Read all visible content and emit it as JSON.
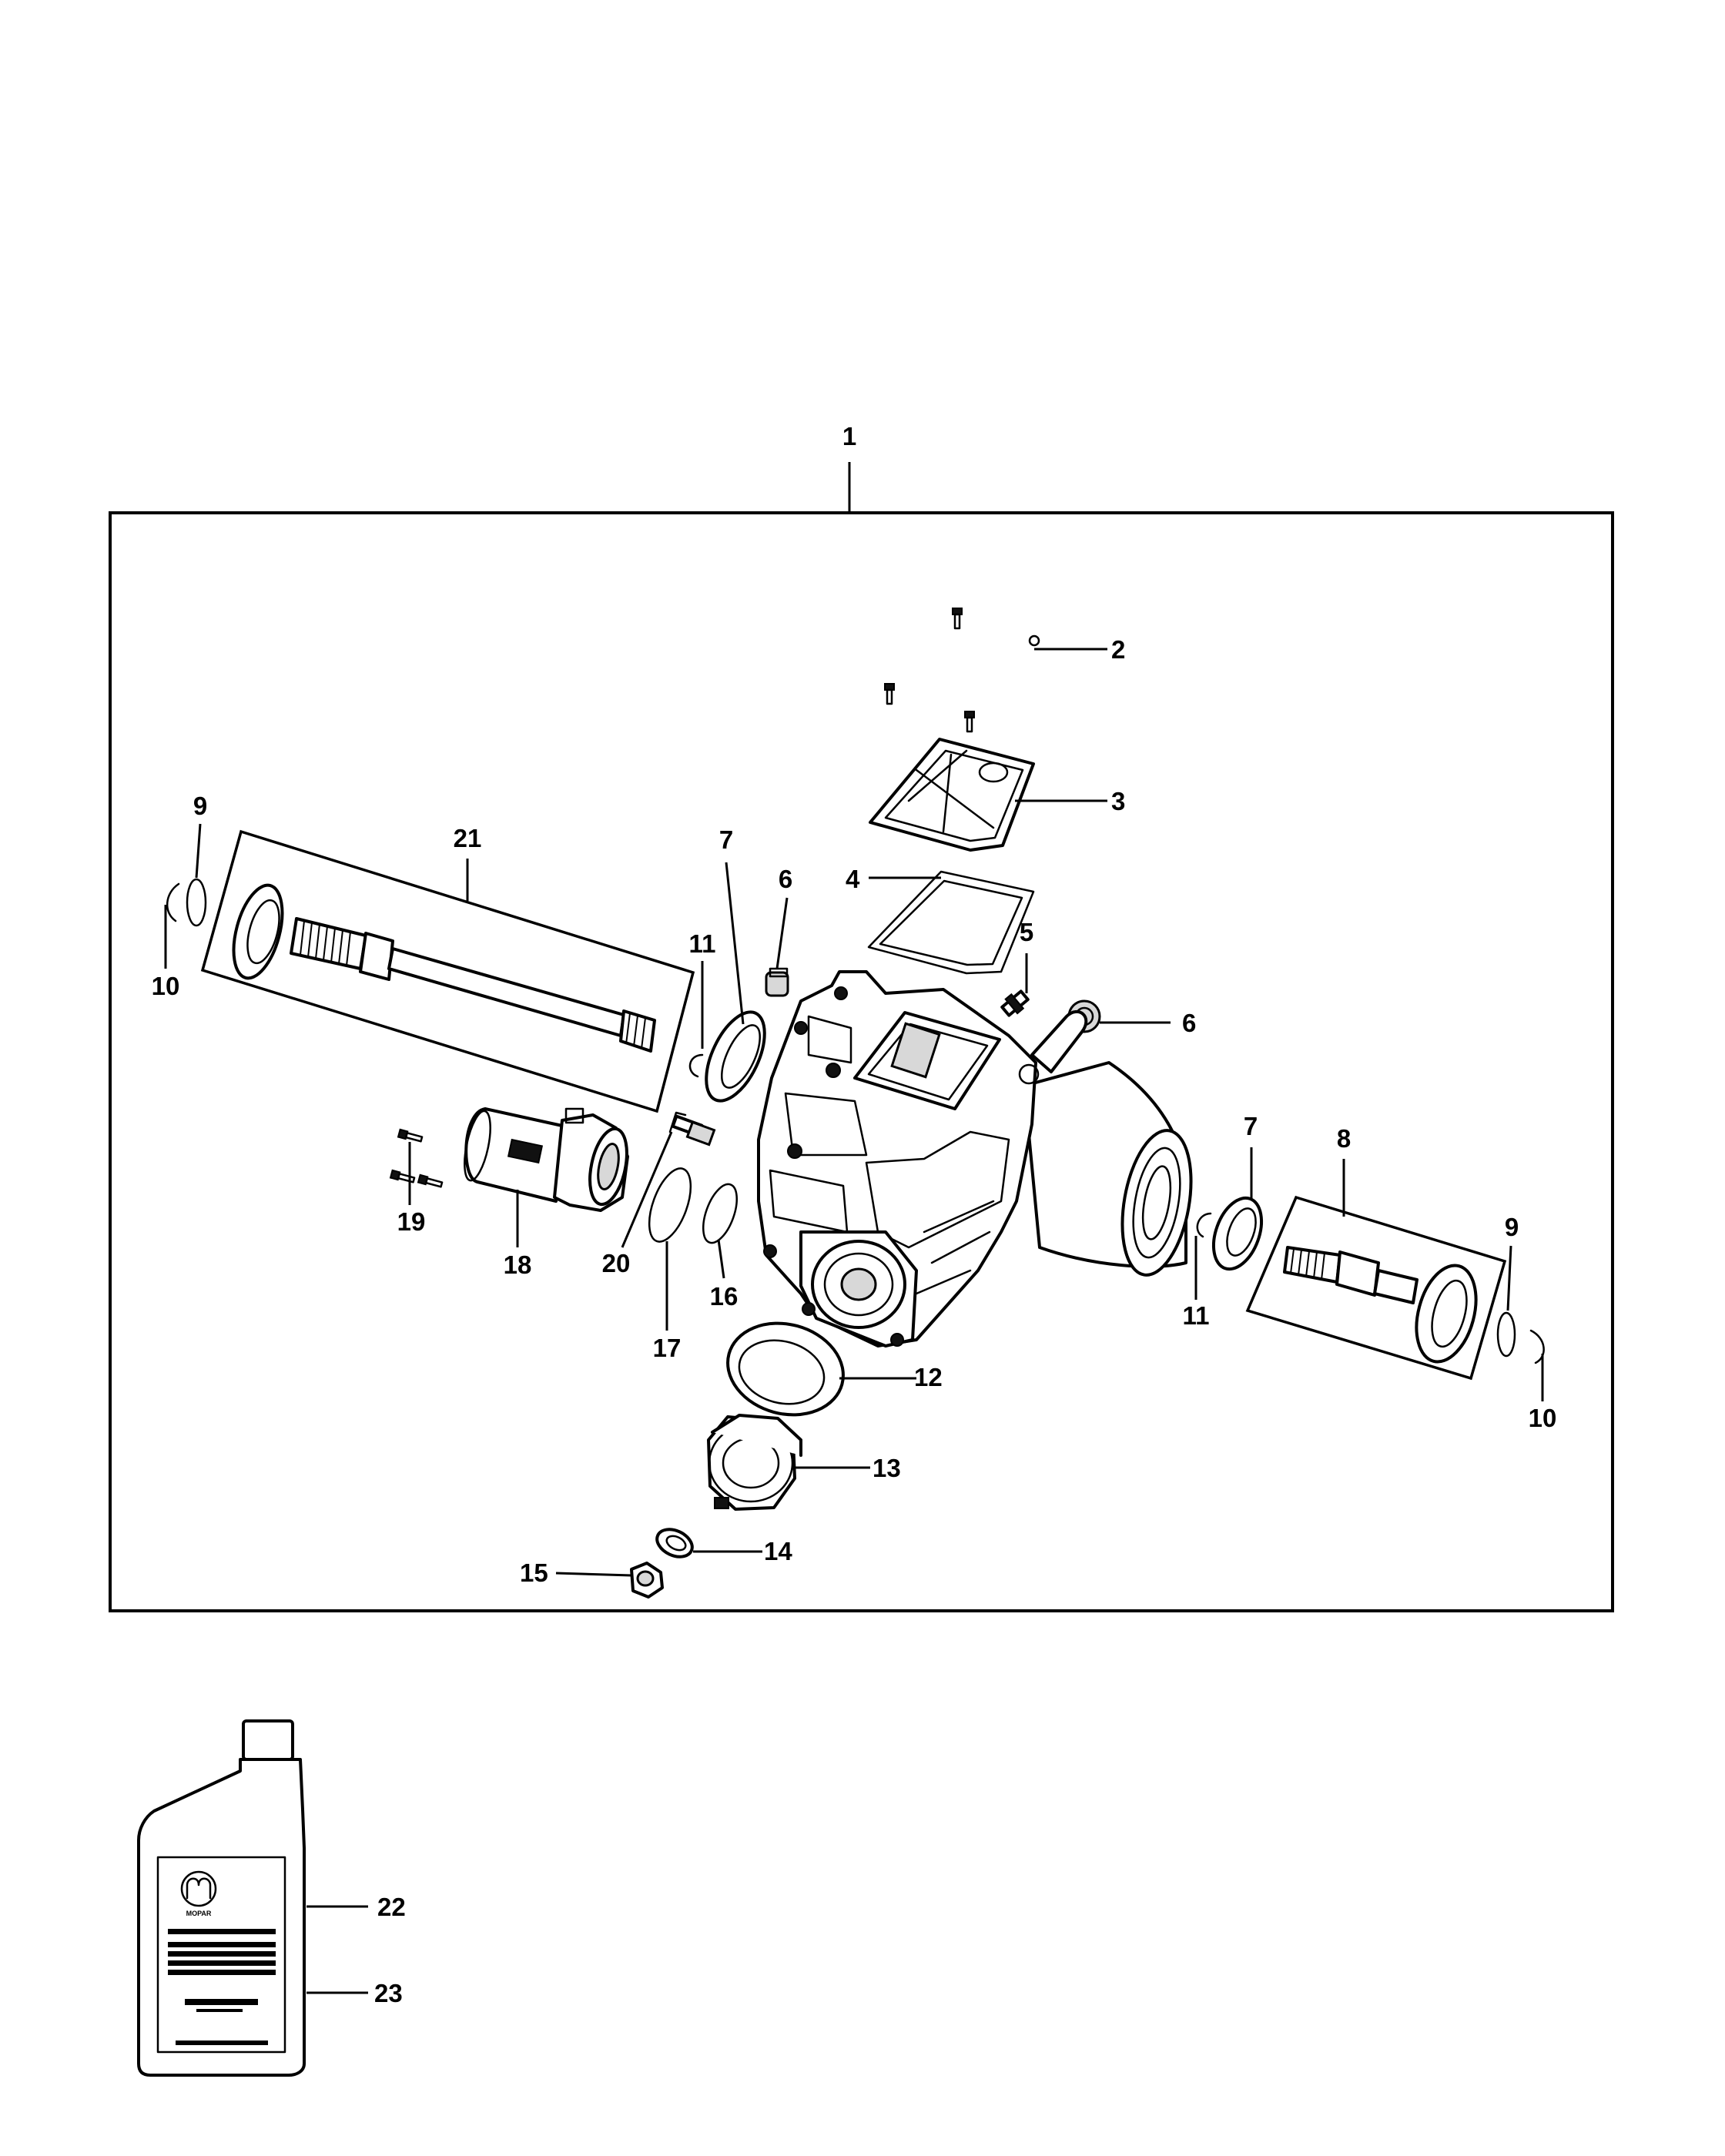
{
  "callouts": {
    "c1": "1",
    "c2": "2",
    "c3": "3",
    "c4": "4",
    "c5": "5",
    "c6a": "6",
    "c6b": "6",
    "c7a": "7",
    "c7b": "7",
    "c8": "8",
    "c9a": "9",
    "c9b": "9",
    "c10a": "10",
    "c10b": "10",
    "c11a": "11",
    "c11b": "11",
    "c12": "12",
    "c13": "13",
    "c14": "14",
    "c15": "15",
    "c16": "16",
    "c17": "17",
    "c18": "18",
    "c19": "19",
    "c20": "20",
    "c21": "21",
    "c22": "22",
    "c23": "23"
  },
  "bottle": {
    "brand": "MOPAR"
  },
  "colors": {
    "line": "#000000",
    "background": "#ffffff"
  }
}
